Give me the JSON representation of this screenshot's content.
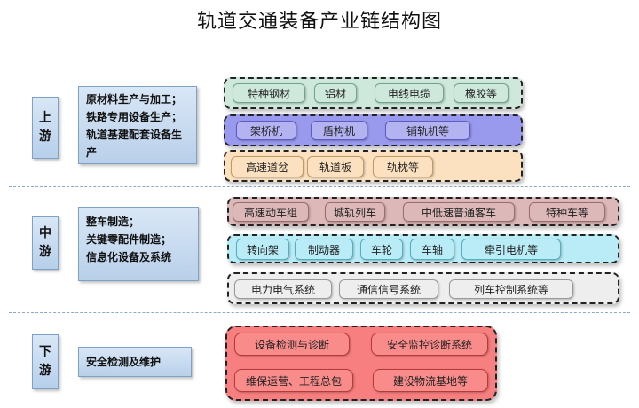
{
  "title": "轨道交通装备产业链结构图",
  "stages": {
    "upstream": {
      "label_chars": [
        "上",
        "游"
      ],
      "desc_lines": [
        "原材料生产与加工；",
        "铁路专用设备生产；",
        "轨道基建配套设备生",
        "产"
      ],
      "groups": [
        [
          "特种钢材",
          "铝材",
          "电线电缆",
          "橡胶等"
        ],
        [
          "架桥机",
          "盾构机",
          "铺轨机等"
        ],
        [
          "高速道岔",
          "轨道板",
          "轨枕等"
        ]
      ]
    },
    "midstream": {
      "label_chars": [
        "中",
        "游"
      ],
      "desc_lines": [
        "整车制造；",
        "关键零配件制造；",
        "信息化设备及系统"
      ],
      "groups": [
        [
          "高速动车组",
          "城轨列车",
          "中低速普通客车",
          "特种车等"
        ],
        [
          "转向架",
          "制动器",
          "车轮",
          "车轴",
          "牵引电机等"
        ],
        [
          "电力电气系统",
          "通信信号系统",
          "列车控制系统等"
        ]
      ]
    },
    "downstream": {
      "label_chars": [
        "下",
        "游"
      ],
      "desc_lines": [
        "安全检测及维护"
      ],
      "groups": [
        [
          "设备检测与诊断",
          "安全监控诊断系统",
          "维保运营、工程总包",
          "建设物流基地等"
        ]
      ]
    }
  }
}
